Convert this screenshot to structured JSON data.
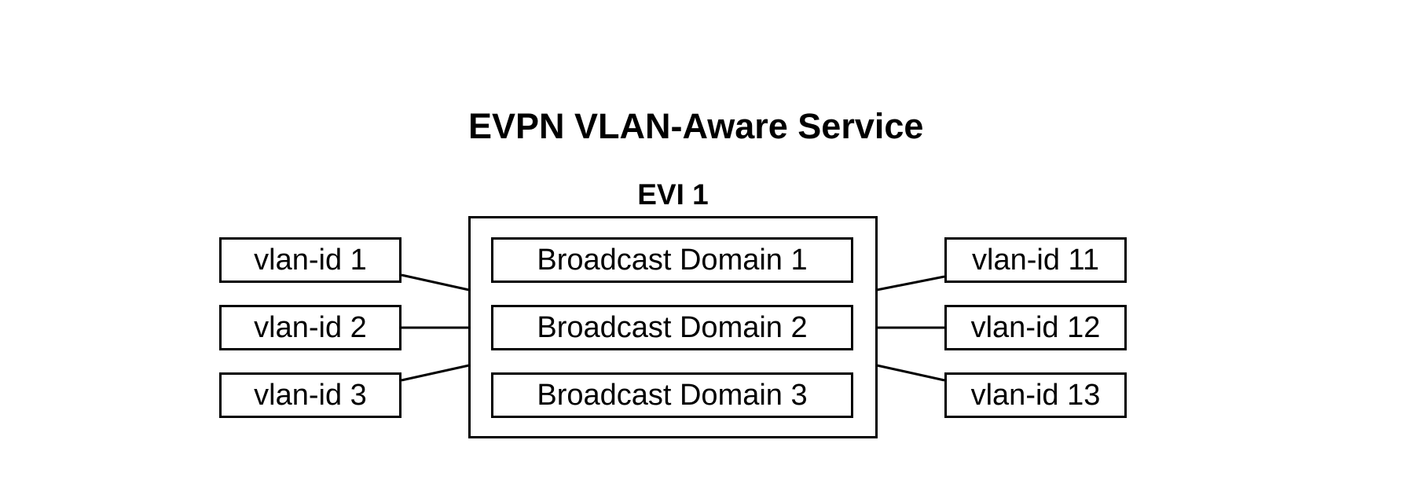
{
  "title": "EVPN VLAN-Aware Service",
  "evi": {
    "label": "EVI 1",
    "broadcast_domains": [
      "Broadcast Domain 1",
      "Broadcast Domain 2",
      "Broadcast Domain 3"
    ]
  },
  "left_vlans": [
    "vlan-id 1",
    "vlan-id 2",
    "vlan-id 3"
  ],
  "right_vlans": [
    "vlan-id 11",
    "vlan-id 12",
    "vlan-id 13"
  ],
  "connections": [
    {
      "from": "vlan-id 1",
      "to": "Broadcast Domain 1",
      "side": "left"
    },
    {
      "from": "vlan-id 2",
      "to": "Broadcast Domain 2",
      "side": "left"
    },
    {
      "from": "vlan-id 3",
      "to": "Broadcast Domain 3",
      "side": "left"
    },
    {
      "from": "vlan-id 11",
      "to": "Broadcast Domain 1",
      "side": "right"
    },
    {
      "from": "vlan-id 12",
      "to": "Broadcast Domain 2",
      "side": "right"
    },
    {
      "from": "vlan-id 13",
      "to": "Broadcast Domain 3",
      "side": "right"
    }
  ],
  "colors": {
    "background": "#ffffff",
    "stroke": "#000000",
    "text": "#000000"
  }
}
